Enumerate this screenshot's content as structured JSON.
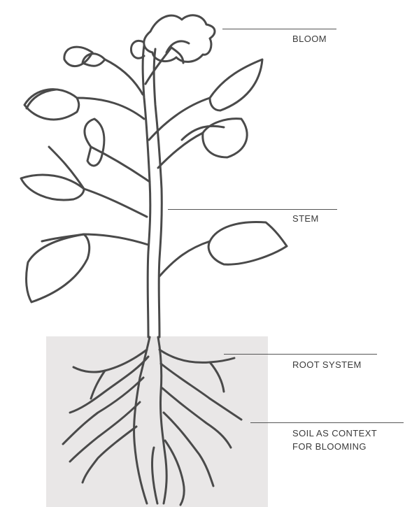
{
  "diagram": {
    "labels": {
      "bloom": "BLOOM",
      "stem": "STEM",
      "root_system": "ROOT SYSTEM",
      "soil_line1": "SOIL AS CONTEXT",
      "soil_line2": "FOR BLOOMING"
    },
    "colors": {
      "ink": "#4a4a4a",
      "soil_background": "#e9e7e7",
      "label_text": "#3a3a3a"
    }
  }
}
